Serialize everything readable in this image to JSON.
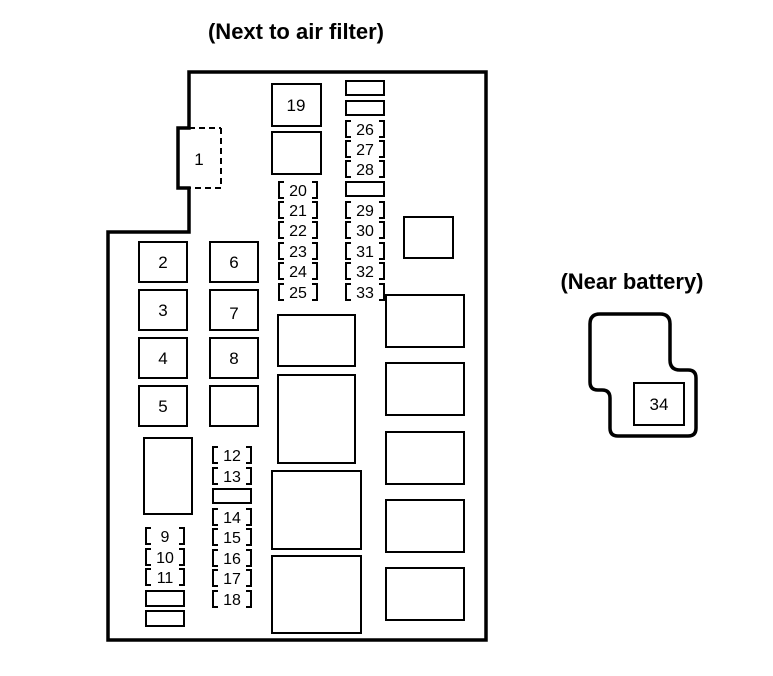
{
  "labels": {
    "air_filter_heading": "(Next to air filter)",
    "battery_heading": "(Near battery)"
  },
  "fuses": {
    "f1": "1",
    "f2": "2",
    "f3": "3",
    "f4": "4",
    "f5": "5",
    "f6": "6",
    "f7": "7",
    "f8": "8",
    "f9": "9",
    "f10": "10",
    "f11": "11",
    "f12": "12",
    "f13": "13",
    "f14": "14",
    "f15": "15",
    "f16": "16",
    "f17": "17",
    "f18": "18",
    "f19": "19",
    "f20": "20",
    "f21": "21",
    "f22": "22",
    "f23": "23",
    "f24": "24",
    "f25": "25",
    "f26": "26",
    "f27": "27",
    "f28": "28",
    "f29": "29",
    "f30": "30",
    "f31": "31",
    "f32": "32",
    "f33": "33",
    "f34": "34"
  },
  "colors": {
    "line": "#000000",
    "background": "#ffffff"
  }
}
